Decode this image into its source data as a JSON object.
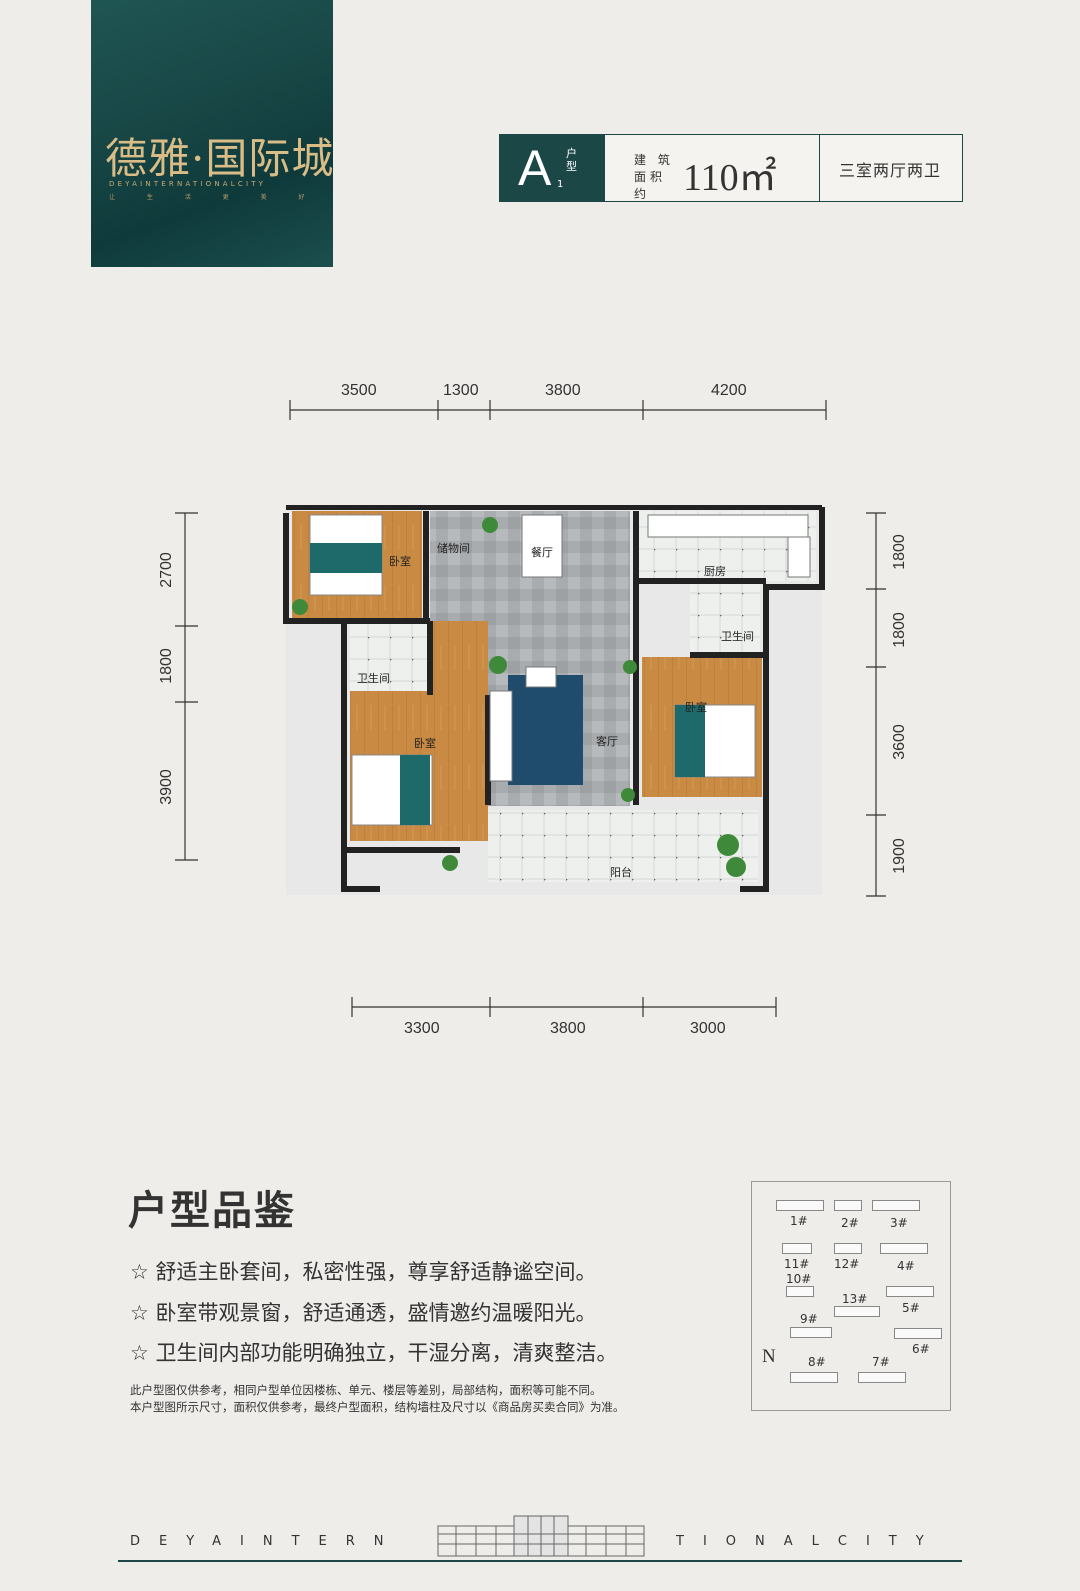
{
  "brand": {
    "name": "德雅·国际城",
    "english": "DEYAINTERNATIONALCITY",
    "tagline": "让 生 活 更 美 好"
  },
  "unit": {
    "type_letter": "A",
    "type_label": "户型",
    "type_sub": "1",
    "area_label": "建 筑 面积约",
    "area_value": "110㎡",
    "rooms": "三室两厅两卫"
  },
  "dimensions": {
    "top": [
      "3500",
      "1300",
      "3800",
      "4200"
    ],
    "bottom": [
      "3300",
      "3800",
      "3000"
    ],
    "left": [
      "2700",
      "1800",
      "3900"
    ],
    "right": [
      "1800",
      "1800",
      "3600",
      "1900"
    ]
  },
  "rooms": {
    "master_bedroom_top": "卧室",
    "storage": "储物间",
    "dining": "餐厅",
    "kitchen": "厨房",
    "bathroom_left": "卫生间",
    "bathroom_right": "卫生间",
    "bedroom_left": "卧室",
    "living": "客厅",
    "bedroom_right": "卧室",
    "balcony": "阳台"
  },
  "features": {
    "title": "户型品鉴",
    "items": [
      "☆  舒适主卧套间，私密性强，尊享舒适静谧空间。",
      "☆  卧室带观景窗，舒适通透，盛情邀约温暖阳光。",
      "☆  卫生间内部功能明确独立，干湿分离，清爽整洁。"
    ],
    "notes": [
      "此户型图仅供参考，相同户型单位因楼栋、单元、楼层等差别，局部结构，面积等可能不同。",
      "本户型图所示尺寸，面积仅供参考，最终户型面积，结构墙柱及尺寸以《商品房买卖合同》为准。"
    ]
  },
  "sitemap": {
    "north": "N",
    "buildings": [
      "1#",
      "2#",
      "3#",
      "11#",
      "12#",
      "4#",
      "10#",
      "13#",
      "5#",
      "9#",
      "6#",
      "8#",
      "7#"
    ]
  },
  "footer": {
    "left": "DEYAINTERN",
    "right": "TIONALCITY"
  },
  "colors": {
    "brand_green": "#1b4747",
    "gold": "#d9bc86",
    "background": "#efedea"
  }
}
